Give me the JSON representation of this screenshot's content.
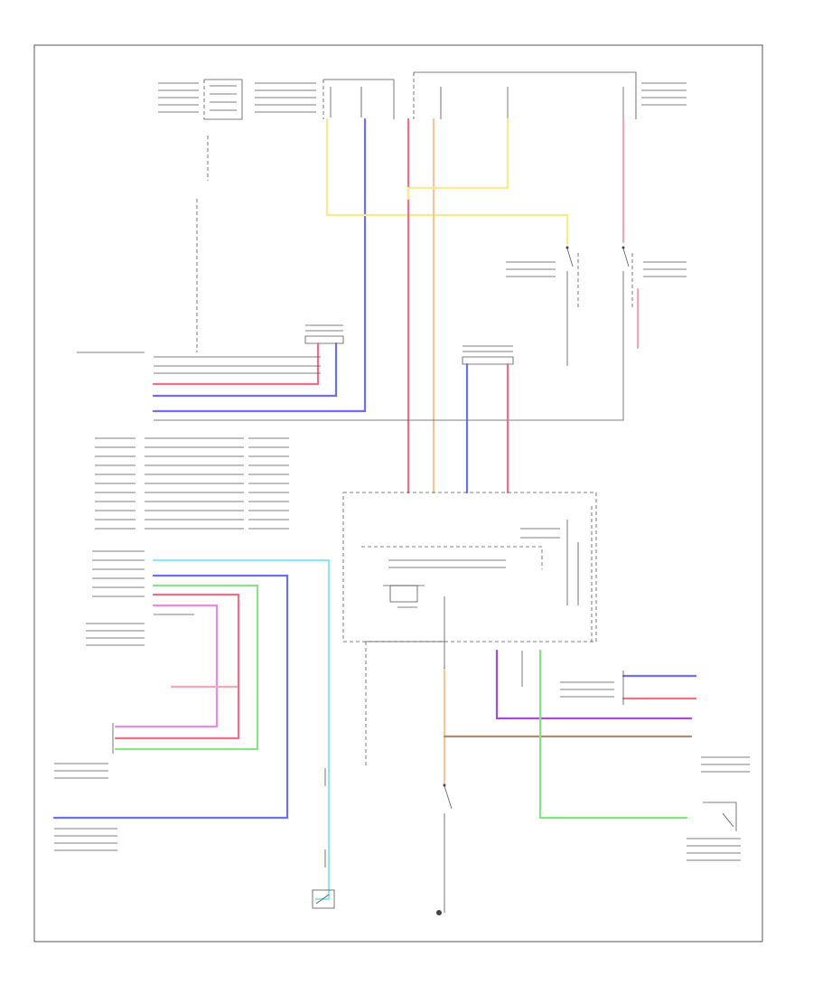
{
  "footer": {
    "code": ""
  },
  "colors": {
    "frame": "#555555",
    "red": "#f0708a",
    "pink": "#f2a8b8",
    "yellow": "#f7ec8c",
    "blue": "#6e6ef0",
    "cyan": "#8ee8f0",
    "green": "#8be08b",
    "peach": "#f5c69e",
    "purple": "#a44fd0",
    "brown": "#b88a66",
    "dark": "#555555",
    "magenta": "#e88ae8"
  },
  "components": [
    "fuse-block-top-left",
    "fuse-block-top-center",
    "fuse-block-top-right",
    "brake-switch",
    "clutch-switch",
    "connector-top-center",
    "connector-mid-center",
    "pin-table-left",
    "control-unit-box",
    "buzzer",
    "left-seat-belt-buckle-switch",
    "right-side-connector",
    "parking-brake-switch"
  ]
}
